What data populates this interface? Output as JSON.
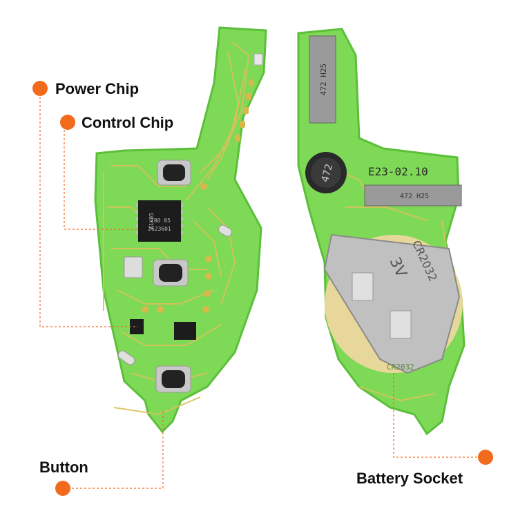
{
  "labels": {
    "power_chip": "Power Chip",
    "control_chip": "Control Chip",
    "button": "Button",
    "battery_socket": "Battery Socket"
  },
  "silkscreen": {
    "chip_line1": "A1X05",
    "chip_line2": "280 05",
    "chip_line3": "2623601",
    "inductor": "472",
    "board_code": "E23-02.10",
    "connector_top": "472 H25",
    "connector_bottom": "472 H25",
    "battery_text": "CR2032",
    "battery_volt": "3V",
    "board_mark": "CR2032"
  },
  "colors": {
    "accent": "#f26b1d",
    "pcb": "#7ed957",
    "pcb_dark": "#5bbf3a",
    "trace": "#d8c25a",
    "label_text": "#111111"
  }
}
